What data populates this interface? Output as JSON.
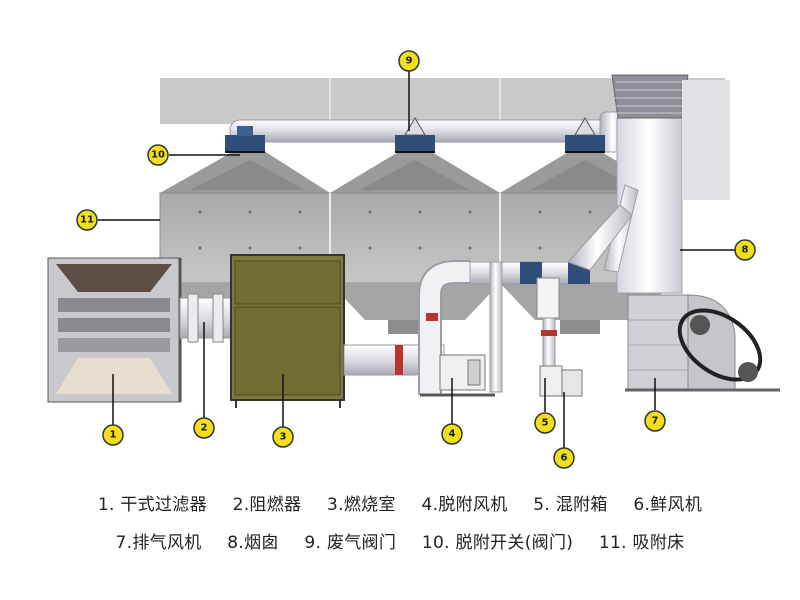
{
  "callouts": [
    "1",
    "2",
    "3",
    "4",
    "5",
    "6",
    "7",
    "8",
    "9",
    "10",
    "11"
  ],
  "legend": {
    "row1": [
      "1. 干式过滤器",
      "2.阻燃器",
      "3.燃烧室",
      "4.脱附风机",
      "5. 混附箱",
      "6.鲜风机"
    ],
    "row2": [
      "7.排气风机",
      "8.烟囱",
      "9. 废气阀门",
      "10. 脱附开关(阀门)",
      "11. 吸附床"
    ]
  },
  "colors": {
    "callout_fill": "#f2df1c",
    "callout_stroke": "#333333",
    "housing": "#bdbdbd",
    "burner": "#7b7a3c",
    "pipe": "#e9e9ee",
    "valve": "#2f4f7a",
    "flange_red": "#b8352e"
  }
}
